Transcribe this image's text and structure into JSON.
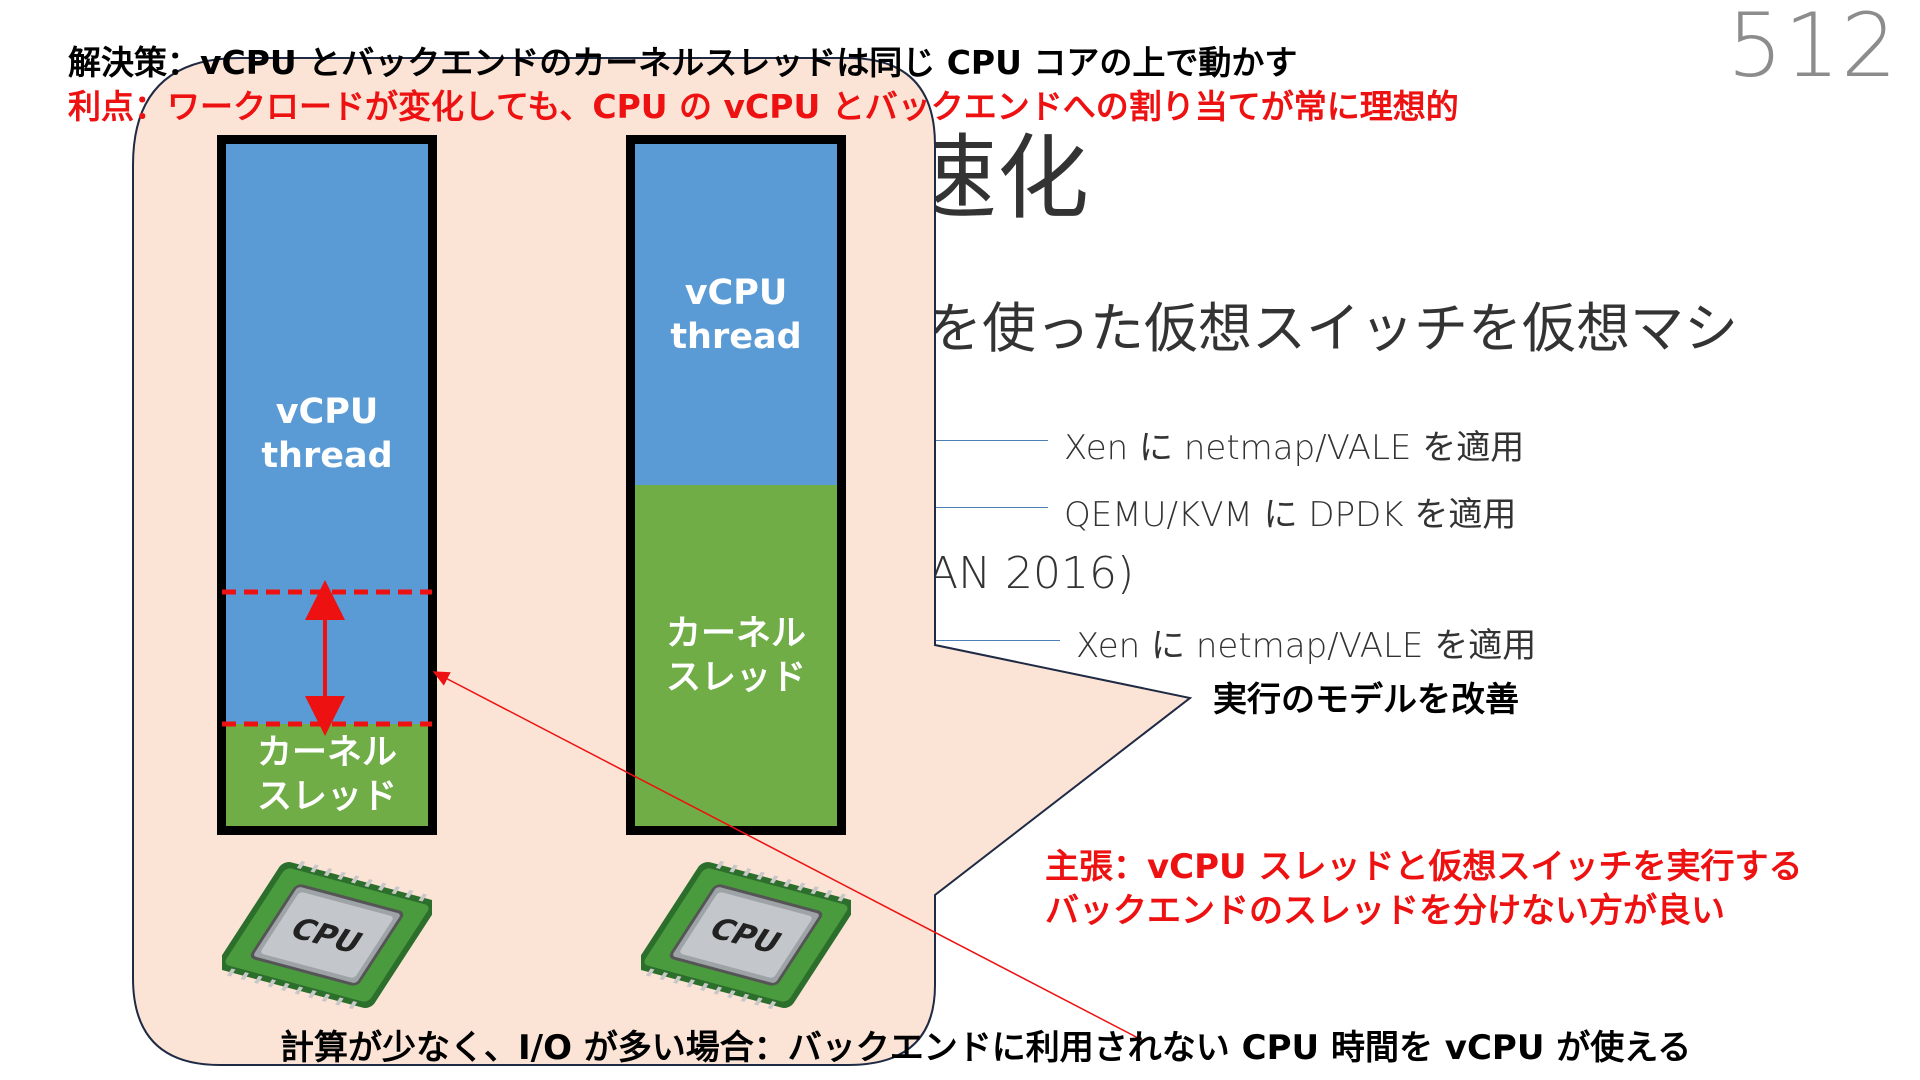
{
  "slide": {
    "page_number": "512",
    "title_fragment": "速化",
    "bullet_fragment": "を使った仮想スイッチを仮想マシ",
    "conference_fragment": "AN 2016)",
    "subitems": [
      "Xen に netmap/VALE を適用",
      "QEMU/KVM に DPDK を適用",
      "Xen に netmap/VALE を適用"
    ]
  },
  "callout": {
    "solution": "解決策：vCPU とバックエンドのカーネルスレッドは同じ CPU コアの上で動かす",
    "benefit": "利点：ワークロードが変化しても、CPU の vCPU とバックエンドへの割り当てが常に理想的",
    "improvement": "実行のモデルを改善",
    "claim_line1": "主張：vCPU スレッドと仮想スイッチを実行する",
    "claim_line2": "バックエンドのスレッドを分けない方が良い",
    "footer": "計算が少なく、I/O が多い場合：バックエンドに利用されない CPU 時間を vCPU が使える",
    "colors": {
      "callout_fill": "#fbe4d6",
      "vcpu": "#5b9bd5",
      "kernel": "#70ad47",
      "emphasis": "#ee1111"
    }
  },
  "bars": [
    {
      "vcpu_label_line1": "vCPU",
      "vcpu_label_line2": "thread",
      "kernel_label_line1": "カーネル",
      "kernel_label_line2": "スレッド",
      "vcpu_fraction": 0.85,
      "kernel_fraction": 0.15,
      "cpu_label": "CPU"
    },
    {
      "vcpu_label_line1": "vCPU",
      "vcpu_label_line2": "thread",
      "kernel_label_line1": "カーネル",
      "kernel_label_line2": "スレッド",
      "vcpu_fraction": 0.5,
      "kernel_fraction": 0.5,
      "cpu_label": "CPU"
    }
  ]
}
